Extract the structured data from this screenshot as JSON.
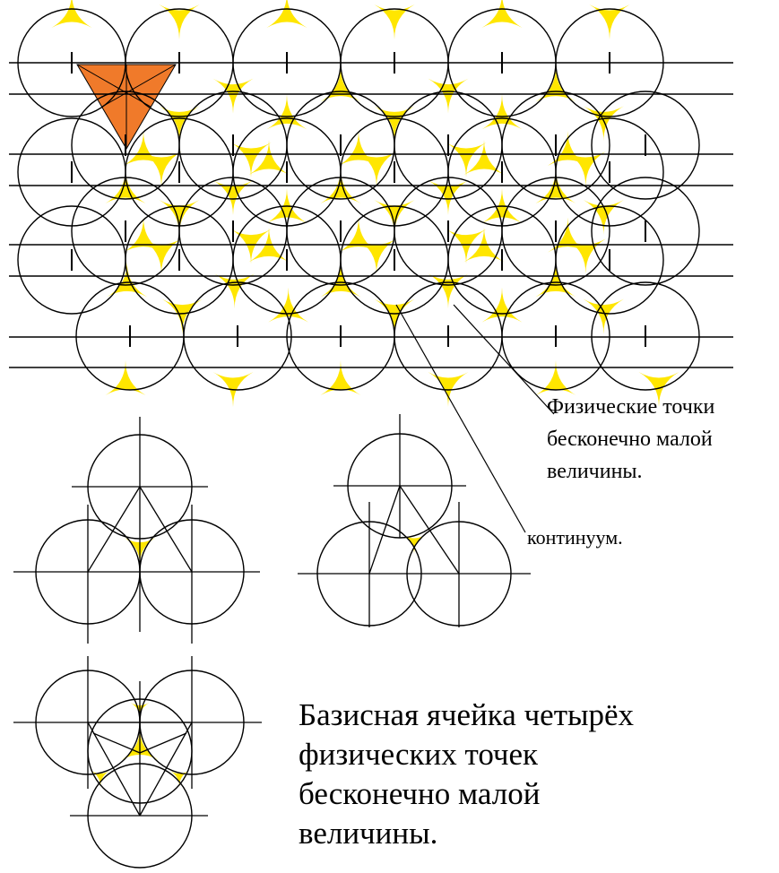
{
  "labels": {
    "physical_points": "Физические точки\nбесконечно малой\nвеличины.",
    "continuum": "континуум.",
    "basis_cell": "Базисная ячейка четырёх\nфизических точек\nбесконечно малой\nвеличины."
  },
  "colors": {
    "gap_fill": "#ffe600",
    "highlight_triangle": "#f07a2a",
    "stroke": "#000000",
    "background": "#ffffff"
  }
}
